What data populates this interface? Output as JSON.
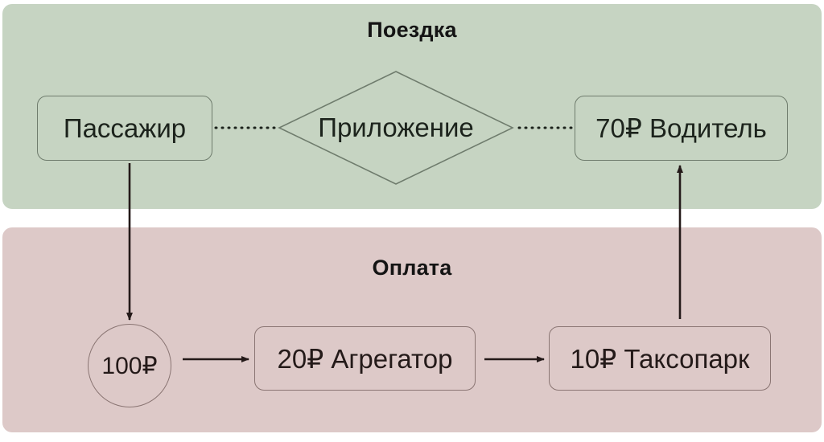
{
  "diagram": {
    "type": "flow",
    "panels": [
      {
        "id": "trip",
        "title": "Поездка",
        "color": "#c6d4c2"
      },
      {
        "id": "payment",
        "title": "Оплата",
        "color": "#ddc9c8"
      }
    ],
    "nodes": {
      "passenger": {
        "label": "Пассажир",
        "shape": "rounded-rect",
        "panel": "trip"
      },
      "app": {
        "label": "Приложение",
        "shape": "diamond",
        "panel": "trip"
      },
      "driver": {
        "label": "70₽ Водитель",
        "shape": "rounded-rect",
        "panel": "trip",
        "amount": "70₽"
      },
      "cash": {
        "label": "100₽",
        "shape": "circle",
        "panel": "payment",
        "amount": "100₽"
      },
      "aggregator": {
        "label": "20₽ Агрегатор",
        "shape": "rounded-rect",
        "panel": "payment",
        "amount": "20₽"
      },
      "taxipark": {
        "label": "10₽ Таксопарк",
        "shape": "rounded-rect",
        "panel": "payment",
        "amount": "10₽"
      }
    },
    "edges": [
      {
        "from": "passenger",
        "to": "app",
        "style": "dotted",
        "direction": "none"
      },
      {
        "from": "app",
        "to": "driver",
        "style": "dotted",
        "direction": "none"
      },
      {
        "from": "passenger",
        "to": "cash",
        "style": "solid",
        "direction": "down"
      },
      {
        "from": "cash",
        "to": "aggregator",
        "style": "solid",
        "direction": "right"
      },
      {
        "from": "aggregator",
        "to": "taxipark",
        "style": "solid",
        "direction": "right"
      },
      {
        "from": "taxipark",
        "to": "driver",
        "style": "solid",
        "direction": "up"
      }
    ],
    "colors": {
      "trip_panel": "#c6d4c2",
      "payment_panel": "#ddc9c8",
      "stroke_green": "#6f7c6d",
      "stroke_pink": "#8a7573",
      "text": "#1c231c",
      "arrow": "#241a19",
      "background": "#ffffff"
    }
  }
}
